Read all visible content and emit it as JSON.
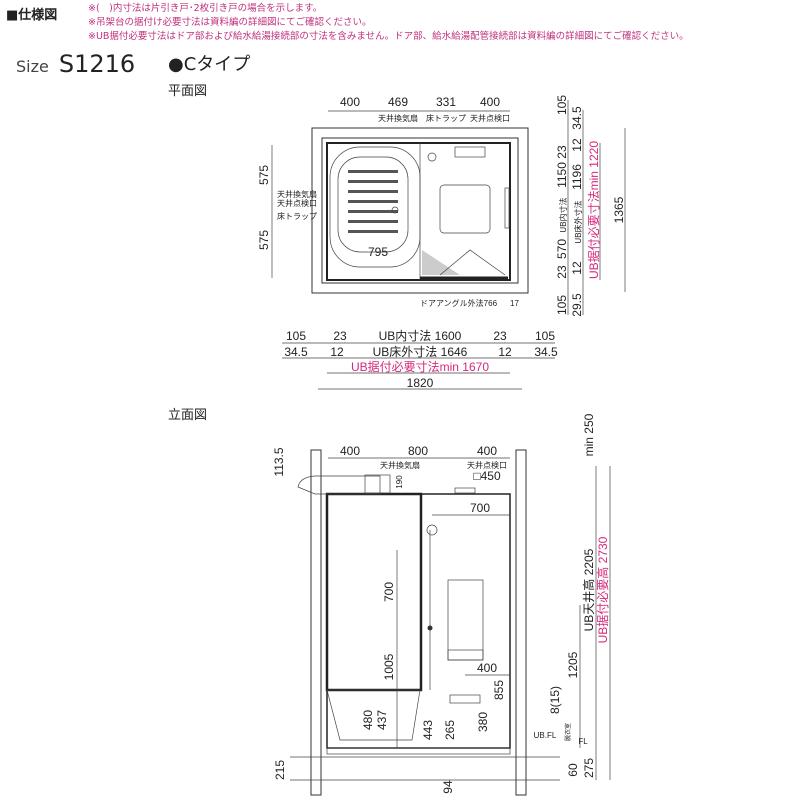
{
  "header": {
    "title": "■仕様図",
    "notes": [
      "※(　)内寸法は片引き戸･2枚引き戸の場合を示します。",
      "※吊架台の据付け必要寸法は資料編の詳細図にてご確認ください。",
      "※UB据付必要寸法はドア部および給水給湯接続部の寸法を含みません。ドア部、給水給湯配管接続部は資料編の詳細図にてご確認ください。"
    ]
  },
  "size": {
    "label": "Size",
    "model": "S1216",
    "type": "●Cタイプ"
  },
  "plan": {
    "title": "平面図",
    "top_dims": [
      "400",
      "469",
      "331",
      "400"
    ],
    "top_labels": [
      "天井換気扇",
      "床トラップ",
      "天井点検口"
    ],
    "left_dims": [
      "575",
      "575"
    ],
    "left_labels": [
      "天井換気扇",
      "天井点検口",
      "床トラップ"
    ],
    "tub_width": "795",
    "door_angle": "ドアアングル外法766",
    "door_17": "17",
    "right_col1": [
      "105",
      "23",
      "1150",
      "UB内寸法",
      "570",
      "23",
      "105"
    ],
    "right_col2": [
      "34.5",
      "12",
      "1196",
      "UB床外寸法",
      "12",
      "29.5"
    ],
    "right_pink": "UB据付必要寸法min 1220",
    "right_total": "1365",
    "bottom_row1": [
      "105",
      "23",
      "UB内寸法 1600",
      "23",
      "105"
    ],
    "bottom_row2": [
      "34.5",
      "12",
      "UB床外寸法 1646",
      "12",
      "34.5"
    ],
    "bottom_pink": "UB据付必要寸法min 1670",
    "bottom_total": "1820"
  },
  "elevation": {
    "title": "立面図",
    "top_dims": [
      "400",
      "800",
      "400"
    ],
    "fan_label": "天井換気扇",
    "hatch_label": "天井点検口",
    "hatch_size": "□450",
    "d190": "190",
    "d1135": "113.5",
    "min250": "min 250",
    "d700h": "700",
    "d700v": "700",
    "d1005": "1005",
    "d400": "400",
    "d855": "855",
    "d480": "480",
    "d437": "437",
    "d443": "443",
    "d265": "265",
    "d380": "380",
    "d815": "8(15)",
    "d1205": "1205",
    "ceiling": "UB天井高 2205",
    "pink": "UB据付必要高 2730",
    "ubfl": "UB.FL",
    "dressing": "脱衣室",
    "fl": "FL",
    "d215": "215",
    "d60": "60",
    "d275": "275",
    "d94": "94"
  },
  "colors": {
    "accent": "#d6287d"
  }
}
